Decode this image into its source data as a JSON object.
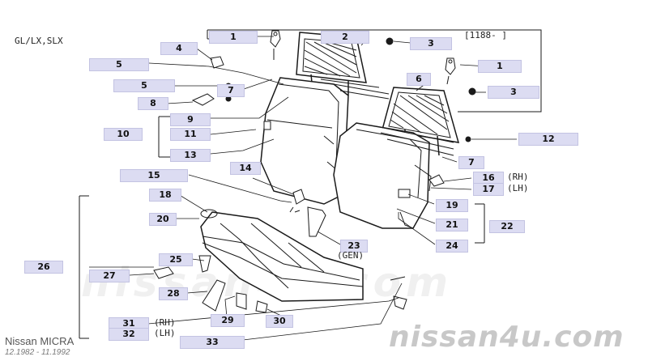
{
  "model_label": "GL/LX,SLX",
  "range_note": "[1188-    ]",
  "callouts": [
    {
      "id": "1",
      "text": "1"
    },
    {
      "id": "2",
      "text": "2"
    },
    {
      "id": "3",
      "text": "3"
    },
    {
      "id": "4",
      "text": "4"
    },
    {
      "id": "5a",
      "text": "5"
    },
    {
      "id": "1b",
      "text": "1"
    },
    {
      "id": "5b",
      "text": "5"
    },
    {
      "id": "7",
      "text": "7"
    },
    {
      "id": "6",
      "text": "6"
    },
    {
      "id": "3b",
      "text": "3"
    },
    {
      "id": "8",
      "text": "8"
    },
    {
      "id": "9",
      "text": "9"
    },
    {
      "id": "10",
      "text": "10"
    },
    {
      "id": "11",
      "text": "11"
    },
    {
      "id": "12",
      "text": "12"
    },
    {
      "id": "13",
      "text": "13"
    },
    {
      "id": "7b",
      "text": "7"
    },
    {
      "id": "14",
      "text": "14"
    },
    {
      "id": "15",
      "text": "15"
    },
    {
      "id": "16",
      "text": "16"
    },
    {
      "id": "17",
      "text": "17"
    },
    {
      "id": "18",
      "text": "18"
    },
    {
      "id": "19",
      "text": "19"
    },
    {
      "id": "20",
      "text": "20"
    },
    {
      "id": "21",
      "text": "21"
    },
    {
      "id": "22",
      "text": "22"
    },
    {
      "id": "23",
      "text": "23"
    },
    {
      "id": "24",
      "text": "24"
    },
    {
      "id": "25",
      "text": "25"
    },
    {
      "id": "26",
      "text": "26"
    },
    {
      "id": "27",
      "text": "27"
    },
    {
      "id": "28",
      "text": "28"
    },
    {
      "id": "29",
      "text": "29"
    },
    {
      "id": "30",
      "text": "30"
    },
    {
      "id": "31",
      "text": "31"
    },
    {
      "id": "32",
      "text": "32"
    },
    {
      "id": "33",
      "text": "33"
    }
  ],
  "side_notes": {
    "n16": "(RH)",
    "n17": "(LH)",
    "n23": "(GEN)",
    "n31": "(RH)",
    "n32": "(LH)"
  },
  "footer": {
    "title": "Nissan MICRA",
    "dates": "12.1982 - 11.1992"
  },
  "watermark": {
    "main": "nissan4u.com",
    "center": "nissan4u.com"
  }
}
